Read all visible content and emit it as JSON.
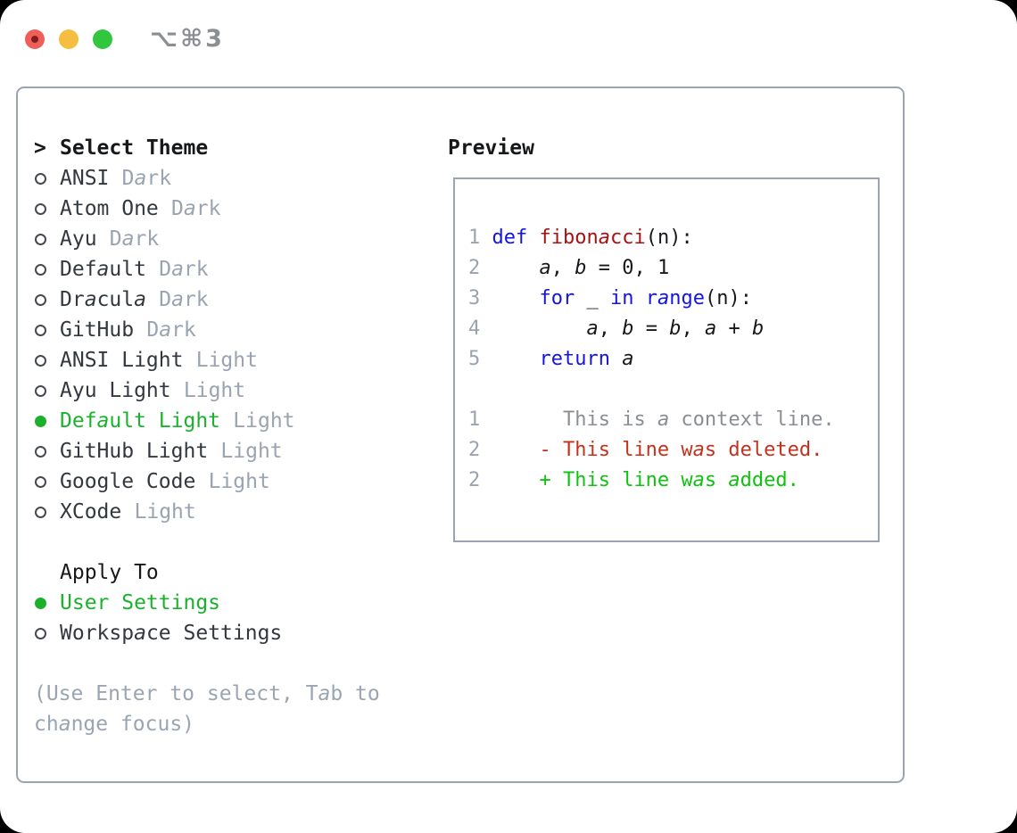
{
  "window": {
    "title": "⌥⌘3",
    "traffic_lights": {
      "close_color": "#ef5f57",
      "minimize_color": "#f6be40",
      "zoom_color": "#32c63e"
    }
  },
  "theme_picker": {
    "prompt_marker": ">",
    "header": "Select Theme",
    "items": [
      {
        "name": "ANSI",
        "variant": "Dark",
        "selected": false
      },
      {
        "name": "Atom One",
        "variant": "Dark",
        "selected": false
      },
      {
        "name": "Ayu",
        "variant": "Dark",
        "selected": false
      },
      {
        "name": "Default",
        "variant": "Dark",
        "selected": false
      },
      {
        "name": "Dracula",
        "variant": "Dark",
        "selected": false
      },
      {
        "name": "GitHub",
        "variant": "Dark",
        "selected": false
      },
      {
        "name": "ANSI Light",
        "variant": "Light",
        "selected": false
      },
      {
        "name": "Ayu Light",
        "variant": "Light",
        "selected": false
      },
      {
        "name": "Default Light",
        "variant": "Light",
        "selected": true
      },
      {
        "name": "GitHub Light",
        "variant": "Light",
        "selected": false
      },
      {
        "name": "Google Code",
        "variant": "Light",
        "selected": false
      },
      {
        "name": "XCode",
        "variant": "Light",
        "selected": false
      }
    ]
  },
  "apply_to": {
    "header": "Apply To",
    "options": [
      {
        "label": "User Settings",
        "selected": true
      },
      {
        "label": "Workspace Settings",
        "selected": false
      }
    ]
  },
  "hint": "(Use Enter to select, Tab to change focus)",
  "preview": {
    "header": "Preview",
    "lines": [
      {
        "ln": "1 ",
        "tokens": [
          [
            "kw",
            "def "
          ],
          [
            "fn",
            "fibonacci"
          ],
          [
            "pl",
            "(n):"
          ]
        ]
      },
      {
        "ln": "2 ",
        "tokens": [
          [
            "pl",
            "    "
          ],
          [
            "va",
            "a"
          ],
          [
            "pl",
            ", "
          ],
          [
            "va",
            "b"
          ],
          [
            "pl",
            " = 0, 1"
          ]
        ]
      },
      {
        "ln": "3 ",
        "tokens": [
          [
            "pl",
            "    "
          ],
          [
            "kw",
            "for"
          ],
          [
            "pl",
            " _ "
          ],
          [
            "kw",
            "in"
          ],
          [
            "pl",
            " "
          ],
          [
            "kw",
            "range"
          ],
          [
            "pl",
            "(n):"
          ]
        ]
      },
      {
        "ln": "4 ",
        "tokens": [
          [
            "pl",
            "        "
          ],
          [
            "va",
            "a"
          ],
          [
            "pl",
            ", "
          ],
          [
            "va",
            "b"
          ],
          [
            "pl",
            " = "
          ],
          [
            "va",
            "b"
          ],
          [
            "pl",
            ", "
          ],
          [
            "va",
            "a"
          ],
          [
            "pl",
            " + "
          ],
          [
            "va",
            "b"
          ]
        ]
      },
      {
        "ln": "5 ",
        "tokens": [
          [
            "pl",
            "    "
          ],
          [
            "kw",
            "return "
          ],
          [
            "va",
            "a"
          ]
        ]
      },
      {
        "ln": "",
        "tokens": []
      },
      {
        "ln": "1 ",
        "tokens": [
          [
            "ctx",
            "      This is a context line."
          ]
        ]
      },
      {
        "ln": "2 ",
        "tokens": [
          [
            "del",
            "    - This line was deleted."
          ]
        ]
      },
      {
        "ln": "2 ",
        "tokens": [
          [
            "add",
            "    + This line was added."
          ]
        ]
      }
    ]
  },
  "colors": {
    "selection_green": "#1ab22d",
    "added_green": "#10c210",
    "deleted_red": "#c5311c",
    "keyword_blue": "#1414e6",
    "function_red": "#aa1111",
    "muted_gray": "#9aa3b2",
    "context_gray": "#8a8d92",
    "border_gray": "#9aa5b1",
    "text_dark": "#33383f"
  }
}
